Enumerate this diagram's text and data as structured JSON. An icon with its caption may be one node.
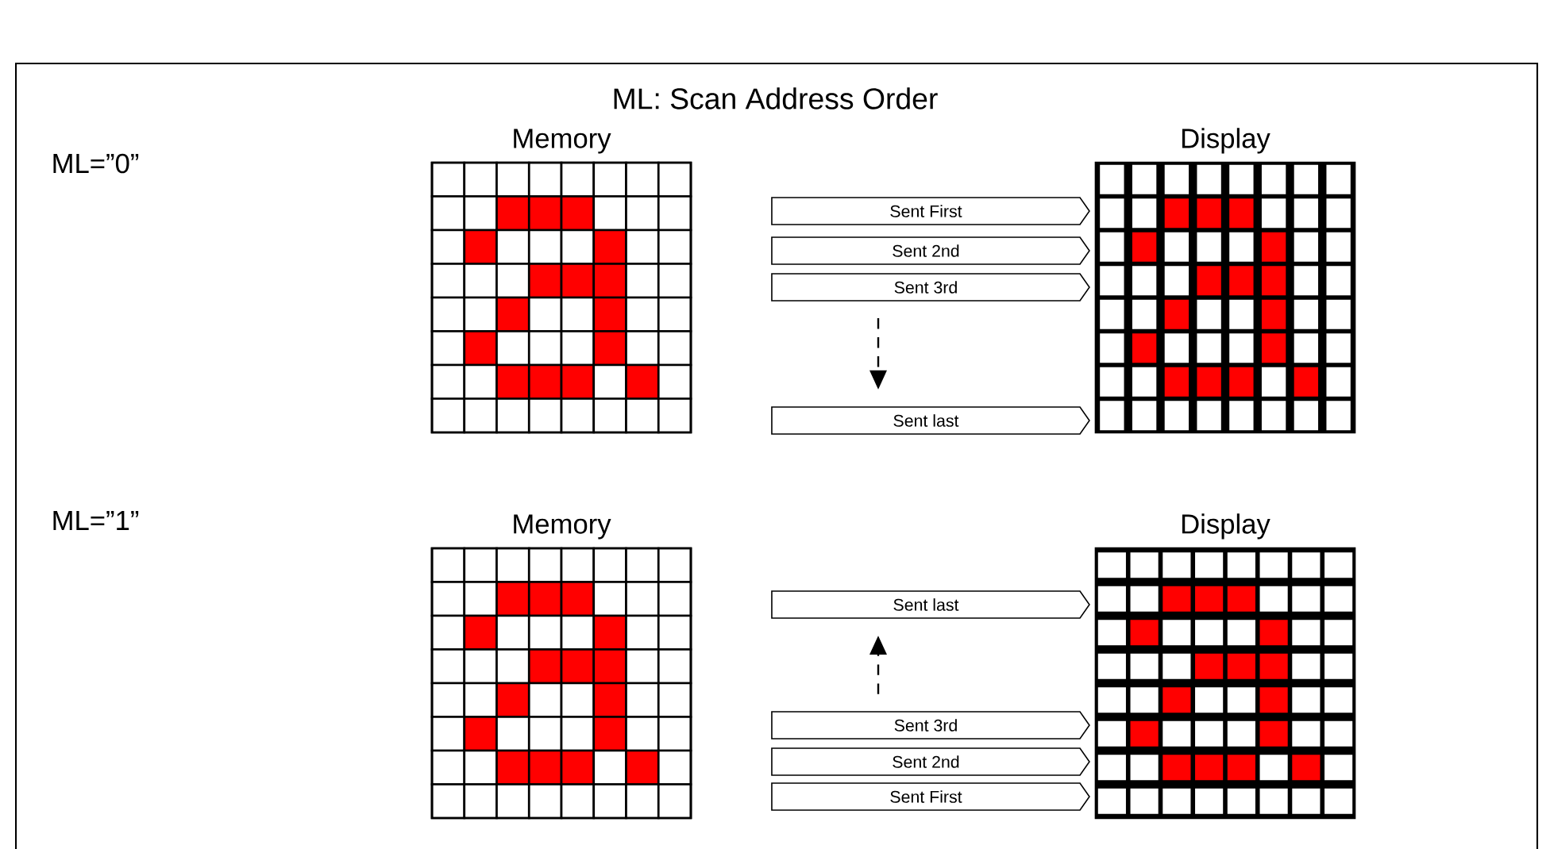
{
  "diagram": {
    "title": "ML: Scan Address Order",
    "nodes": [
      {
        "text": [
          "Memory"
        ]
      },
      {
        "text": [
          "Sent First"
        ]
      },
      {
        "text": [
          "Sent 2nd"
        ]
      },
      {
        "text": [
          "Sent 3rd"
        ]
      },
      {
        "text": [
          "Sent last"
        ]
      },
      {
        "text": [
          "Display"
        ]
      },
      {
        "text": [
          "Memory"
        ]
      },
      {
        "text": [
          "Sent last"
        ]
      },
      {
        "text": [
          "Sent 3rd"
        ]
      },
      {
        "text": [
          "Sent 2nd"
        ]
      },
      {
        "text": [
          "Sent First"
        ]
      },
      {
        "text": [
          "Display"
        ]
      }
    ],
    "edges": [
      {
        "from": 3,
        "to": 4,
        "arrow": "to",
        "style": "dashed"
      },
      {
        "from": 8,
        "to": 7,
        "arrow": "to",
        "style": "dashed"
      }
    ],
    "labels": [
      "ML=”0”",
      "ML=”1”"
    ]
  }
}
